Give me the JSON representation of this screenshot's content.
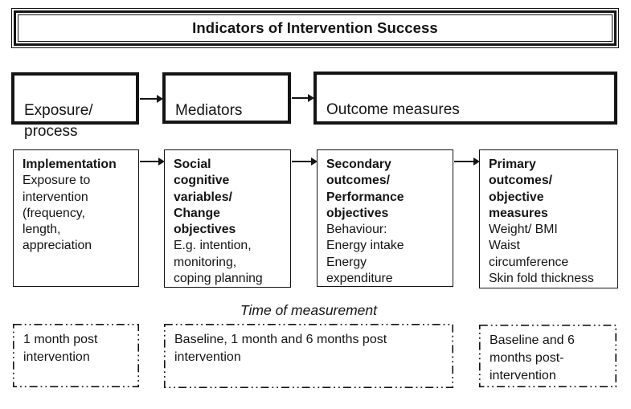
{
  "title": "Indicators of Intervention Success",
  "flow_row": [
    {
      "label": "Exposure/\nprocess"
    },
    {
      "label": "Mediators"
    },
    {
      "label": "Outcome measures"
    }
  ],
  "detail_row": [
    {
      "heading": "Implementation",
      "body": "Exposure to\nintervention\n(frequency,\nlength,\nappreciation"
    },
    {
      "heading": "Social\ncognitive\nvariables/\nChange\nobjectives",
      "body": "E.g. intention,\nmonitoring,\ncoping planning"
    },
    {
      "heading": "Secondary\noutcomes/\nPerformance\nobjectives",
      "body": "Behaviour:\nEnergy intake\nEnergy\nexpenditure"
    },
    {
      "heading": "Primary\noutcomes/\nobjective\nmeasures",
      "body": "Weight/ BMI\nWaist\ncircumference\nSkin fold thickness"
    }
  ],
  "time_section": {
    "label": "Time of measurement",
    "boxes": [
      {
        "text": "1 month post\nintervention"
      },
      {
        "text": "Baseline, 1 month and 6 months post\nintervention"
      },
      {
        "text": "Baseline and 6\nmonths post-\nintervention"
      }
    ]
  },
  "colors": {
    "ink": "#141414",
    "background": "#ffffff"
  }
}
